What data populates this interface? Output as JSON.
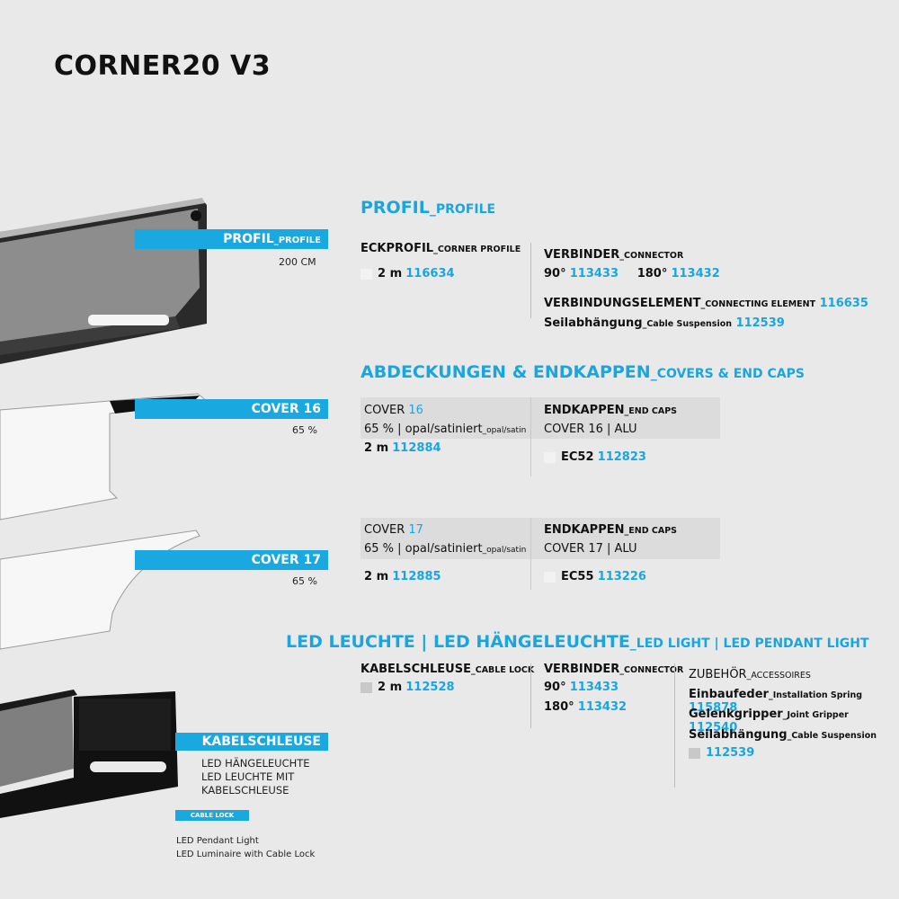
{
  "title": "CORNER20 V3",
  "profile_band": {
    "label": "PROFIL",
    "sub": "_PROFILE",
    "length": "200 CM"
  },
  "cover16_band": {
    "label": "COVER 16",
    "pct": "65 %"
  },
  "cover17_band": {
    "label": "COVER 17",
    "pct": "65 %"
  },
  "cable_band": {
    "label": "KABELSCHLEUSE",
    "line1": "LED HÄNGELEUCHTE",
    "line2": "LED LEUCHTE MIT",
    "line3": "KABELSCHLEUSE",
    "small": "CABLE LOCK",
    "en1": "LED Pendant Light",
    "en2": "LED Luminaire with Cable Lock"
  },
  "s1": {
    "heading": "PROFIL",
    "heading_sub": "_PROFILE",
    "eck_label": "ECKPROFIL",
    "eck_sub": "_CORNER PROFILE",
    "eck_len": "2 m",
    "eck_num": "116634",
    "verb_label": "VERBINDER",
    "verb_sub": "_CONNECTOR",
    "v90": "90°",
    "v90_num": "113433",
    "v180": "180°",
    "v180_num": "113432",
    "ve_label": "VERBINDUNGSELEMENT",
    "ve_sub": "_CONNECTING ELEMENT",
    "ve_num": "116635",
    "seil_label": "Seilabhängung",
    "seil_sub": "_Cable Suspension",
    "seil_num": "112539"
  },
  "s2": {
    "heading": "ABDECKUNGEN & ENDKAPPEN",
    "heading_sub": "_COVERS & END CAPS",
    "c16_label": "COVER",
    "c16_num": "16",
    "c16_desc": "65 % | opal/satiniert",
    "c16_desc_sub": "_opal/satin",
    "c16_len": "2 m",
    "c16_code": "112884",
    "e16_label": "ENDKAPPEN",
    "e16_sub": "_END CAPS",
    "e16_desc": "COVER 16 | ALU",
    "e16_code": "EC52",
    "e16_num": "112823",
    "c17_label": "COVER",
    "c17_num": "17",
    "c17_desc": "65 % | opal/satiniert",
    "c17_desc_sub": "_opal/satin",
    "c17_len": "2 m",
    "c17_code": "112885",
    "e17_label": "ENDKAPPEN",
    "e17_sub": "_END CAPS",
    "e17_desc": "COVER 17 | ALU",
    "e17_code": "EC55",
    "e17_num": "113226"
  },
  "s3": {
    "heading": "LED LEUCHTE | LED HÄNGELEUCHTE",
    "heading_sub": "_LED LIGHT | LED  PENDANT LIGHT",
    "ks_label": "KABELSCHLEUSE",
    "ks_sub": "_CABLE LOCK",
    "ks_len": "2 m",
    "ks_num": "112528",
    "verb_label": "VERBINDER",
    "verb_sub": "_CONNECTOR",
    "v90": "90°",
    "v90_num": "113433",
    "v180": "180°",
    "v180_num": "113432",
    "zub_label": "ZUBEHÖR",
    "zub_sub": "_ACCESSOIRES",
    "einb": "Einbaufeder",
    "einb_sub": "_Installation Spring",
    "einb_num": "115878",
    "gel": "Gelenkgripper",
    "gel_sub": "_Joint Gripper",
    "gel_num": "112540",
    "seil": "Seilabhängung",
    "seil_sub": "_Cable Suspension",
    "seil_num": "112539"
  }
}
